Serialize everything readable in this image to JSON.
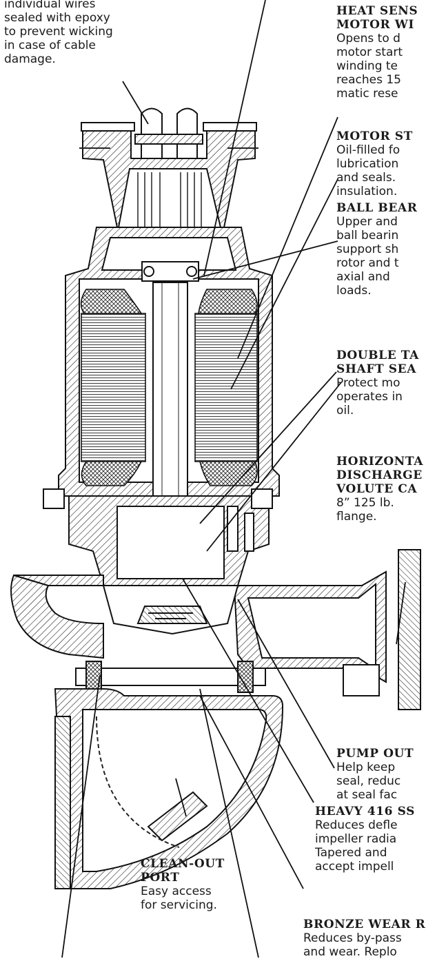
{
  "callouts": {
    "wires": {
      "lines": [
        "individual wires",
        "sealed with epoxy",
        "to prevent wicking",
        "in case of cable",
        "damage."
      ]
    },
    "heat_sensors": {
      "heading": [
        "HEAT SENS",
        "MOTOR WI"
      ],
      "lines": [
        "Opens to d",
        "motor start",
        "winding te",
        "reaches 15",
        "matic rese"
      ]
    },
    "motor_stator": {
      "heading": [
        "MOTOR ST"
      ],
      "lines": [
        "Oil-filled fo",
        "lubrication",
        "and seals. ",
        "insulation."
      ]
    },
    "ball_bearings": {
      "heading": [
        "BALL BEAR"
      ],
      "lines": [
        "Upper and",
        "ball bearin",
        "support sh",
        "rotor and t",
        "axial and ",
        "loads."
      ]
    },
    "shaft_seals": {
      "heading": [
        "DOUBLE TA",
        "SHAFT SEA"
      ],
      "lines": [
        "Protect mo",
        "operates in",
        "oil."
      ]
    },
    "discharge": {
      "heading": [
        "HORIZONTA",
        "DISCHARGE",
        "VOLUTE CA"
      ],
      "lines": [
        "8” 125 lb.",
        "flange."
      ]
    },
    "pump_out": {
      "heading": [
        "PUMP OUT"
      ],
      "lines": [
        "Help keep ",
        "seal, reduc",
        "at seal fac"
      ]
    },
    "shaft": {
      "heading": [
        "HEAVY 416  SS"
      ],
      "lines": [
        "Reduces defle",
        "impeller radia",
        "Tapered and ",
        "accept impell"
      ]
    },
    "clean_out": {
      "heading": [
        "CLEAN-OUT",
        "PORT"
      ],
      "lines": [
        "Easy access",
        "for servicing."
      ]
    },
    "wear_ring": {
      "heading": [
        "BRONZE WEAR R"
      ],
      "lines": [
        "Reduces by-pass",
        "and wear.  Replo"
      ]
    }
  }
}
